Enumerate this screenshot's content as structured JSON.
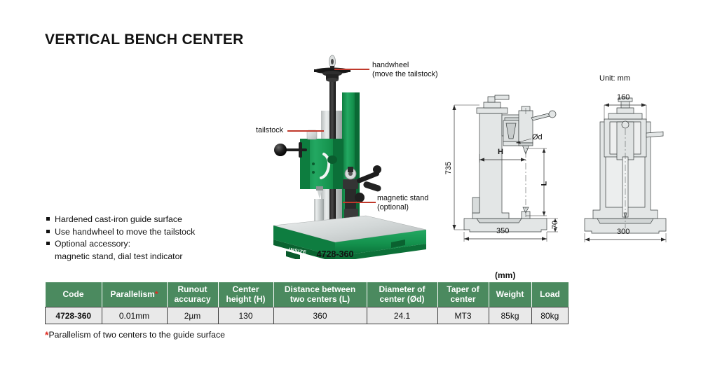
{
  "page": {
    "title": "VERTICAL BENCH CENTER",
    "unit_note": "Unit: mm",
    "mm_label": "(mm)",
    "model_number": "4728-360",
    "brand_mark": "INSIZE"
  },
  "features": {
    "items": [
      "Hardened cast-iron guide surface",
      "Use handwheel to move the tailstock",
      "Optional accessory:"
    ],
    "sub_item": "magnetic stand, dial test indicator"
  },
  "callouts": {
    "handwheel_line1": "handwheel",
    "handwheel_line2": "(move the tailstock)",
    "tailstock": "tailstock",
    "magnetic_line1": "magnetic stand",
    "magnetic_line2": "(optional)",
    "leader_color": "#c0392b"
  },
  "drawing_front": {
    "height_total": "735",
    "base_width": "350",
    "base_height": "70",
    "dim_h": "H",
    "dim_l": "L",
    "dim_d": "Ød"
  },
  "drawing_side": {
    "top_width": "160",
    "base_width": "300"
  },
  "table": {
    "headers": [
      "Code",
      "Parallelism",
      "Runout accuracy",
      "Center height (H)",
      "Distance between two centers (L)",
      "Diameter of center (Ød)",
      "Taper of center",
      "Weight",
      "Load"
    ],
    "headers_wrapped": [
      [
        "Code"
      ],
      [
        "Parallelism"
      ],
      [
        "Runout",
        "accuracy"
      ],
      [
        "Center",
        "height (H)"
      ],
      [
        "Distance between",
        "two centers (L)"
      ],
      [
        "Diameter of",
        "center (Ød)"
      ],
      [
        "Taper of",
        "center"
      ],
      [
        "Weight"
      ],
      [
        "Load"
      ]
    ],
    "parallelism_asterisk": "*",
    "rows": [
      [
        "4728-360",
        "0.01mm",
        "2µm",
        "130",
        "360",
        "24.1",
        "MT3",
        "85kg",
        "80kg"
      ]
    ],
    "header_bg": "#4b8a5f",
    "row_bg": "#e9e9e9"
  },
  "footnote": {
    "asterisk": "*",
    "text": "Parallelism of two centers to the guide surface"
  },
  "colors": {
    "machine_green": "#1a9e57",
    "accent_red": "#e02b20",
    "table_green": "#4b8a5f"
  }
}
